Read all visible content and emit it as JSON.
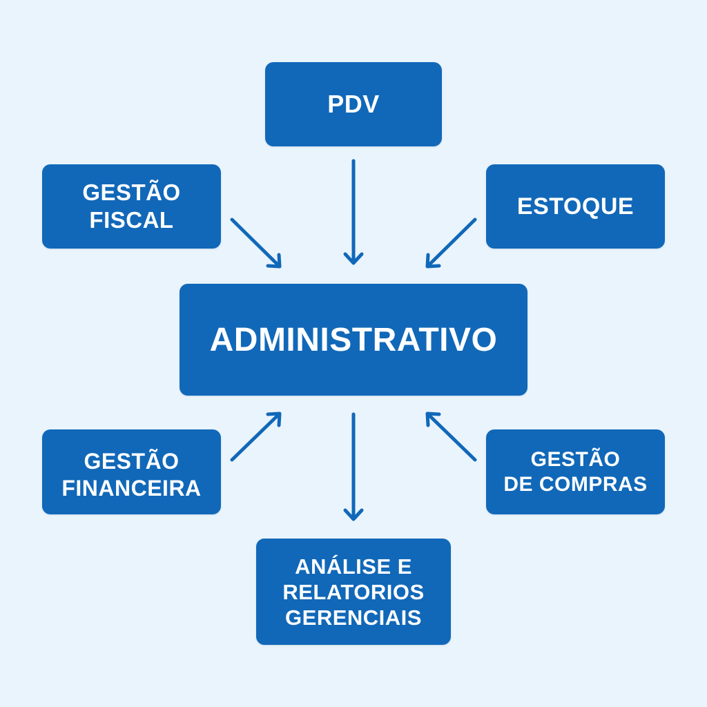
{
  "diagram": {
    "title": "ADMINISTRATIVO",
    "colors": {
      "background": "#eaf4fd",
      "box_fill": "#1168b8",
      "box_text": "#ffffff",
      "arrow": "#1168b8"
    },
    "center": {
      "id": "administrativo",
      "lines": [
        "ADMINISTRATIVO"
      ]
    },
    "nodes": {
      "pdv": {
        "lines": [
          "PDV"
        ]
      },
      "gestao_fiscal": {
        "lines": [
          "GESTÃO",
          "FISCAL"
        ]
      },
      "estoque": {
        "lines": [
          "ESTOQUE"
        ]
      },
      "gestao_financeira": {
        "lines": [
          "GESTÃO",
          "FINANCEIRA"
        ]
      },
      "gestao_compras": {
        "lines": [
          "GESTÃO",
          "DE COMPRAS"
        ]
      },
      "analise": {
        "lines": [
          "ANÁLISE E",
          "RELATORIOS",
          "GERENCIAIS"
        ]
      }
    },
    "edges": [
      {
        "from": "PDV",
        "to": "ADMINISTRATIVO"
      },
      {
        "from": "GESTÃO FISCAL",
        "to": "ADMINISTRATIVO"
      },
      {
        "from": "ESTOQUE",
        "to": "ADMINISTRATIVO"
      },
      {
        "from": "GESTÃO FINANCEIRA",
        "to": "ADMINISTRATIVO"
      },
      {
        "from": "GESTÃO DE COMPRAS",
        "to": "ADMINISTRATIVO"
      },
      {
        "from": "ADMINISTRATIVO",
        "to": "ANÁLISE E RELATORIOS GERENCIAIS"
      }
    ]
  }
}
